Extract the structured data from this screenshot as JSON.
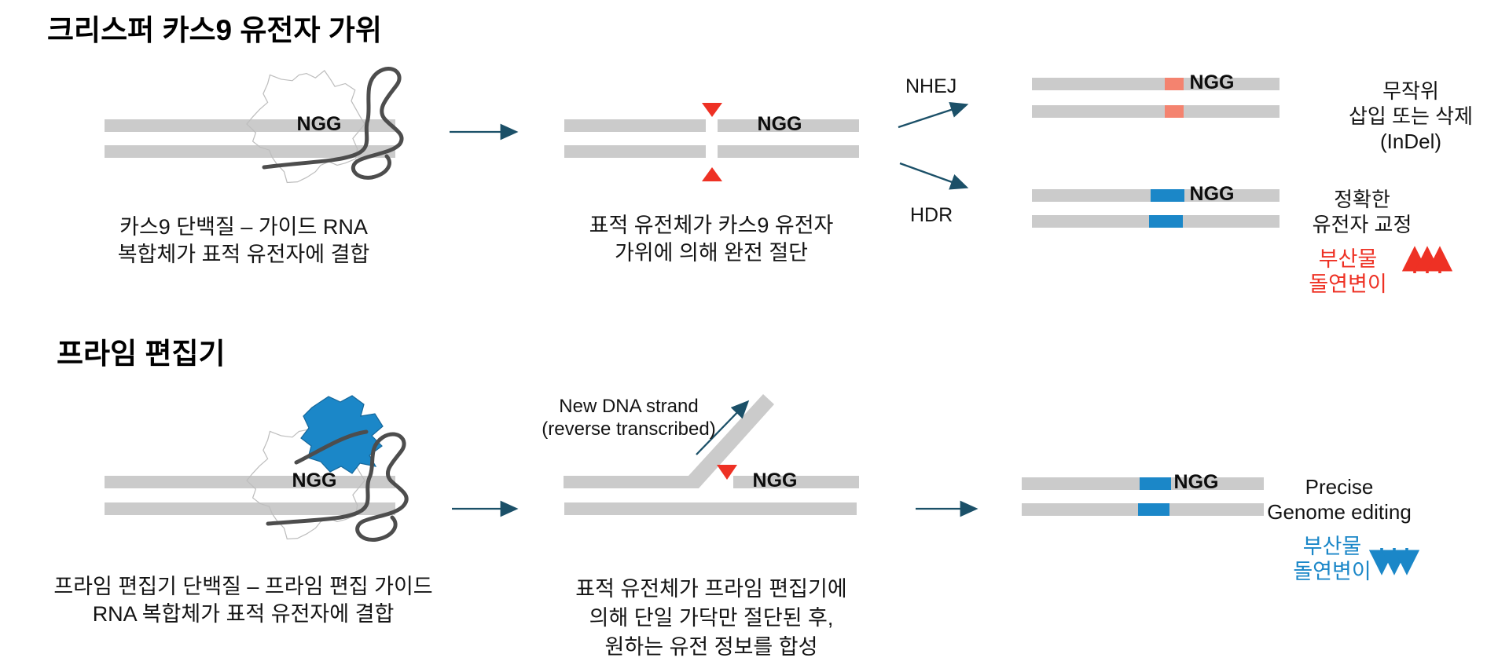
{
  "colors": {
    "dna_strand_gray": "#cbcbcb",
    "indel_insert_salmon": "#f4836f",
    "edit_insert_blue": "#1b87c8",
    "cut_triangle_red": "#ee3124",
    "flow_arrow_navy": "#1b5068",
    "guide_rna_dark_gray": "#4d4d4d",
    "protein_outline_gray": "#bdbdbd"
  },
  "icons": {
    "cut_site": "red-triangle",
    "byproduct_up_arrows": "↑↑↑",
    "byproduct_down_arrows": "↓↓↓"
  },
  "section_crispr": {
    "title": "크리스퍼 카스9 유전자 가위",
    "panel_binding": {
      "pam_label": "NGG",
      "caption_line1": "카스9 단백질 – 가이드 RNA",
      "caption_line2": "복합체가 표적 유전자에 결합"
    },
    "panel_cut": {
      "pam_label": "NGG",
      "caption_line1": "표적 유전체가 카스9 유전자",
      "caption_line2": "가위에 의해 완전 절단"
    },
    "pathway_nhej": {
      "label": "NHEJ",
      "pam_label": "NGG",
      "outcome_line1": "무작위",
      "outcome_line2": "삽입 또는 삭제",
      "outcome_line3": "(InDel)"
    },
    "pathway_hdr": {
      "label": "HDR",
      "pam_label": "NGG",
      "outcome_line1": "정확한",
      "outcome_line2": "유전자 교정"
    },
    "byproduct": {
      "line1": "부산물",
      "line2": "돌연변이",
      "direction": "up"
    }
  },
  "section_prime": {
    "title": "프라임 편집기",
    "panel_binding": {
      "pam_label": "NGG",
      "caption_line1": "프라임 편집기 단백질 – 프라임 편집 가이드",
      "caption_line2": "RNA 복합체가 표적 유전자에 결합"
    },
    "panel_nick": {
      "annotation_line1": "New DNA strand",
      "annotation_line2": "(reverse transcribed)",
      "pam_label": "NGG",
      "caption_line1": "표적 유전체가 프라임 편집기에",
      "caption_line2": "의해 단일 가닥만 절단된 후,",
      "caption_line3": "원하는 유전 정보를 합성"
    },
    "panel_result": {
      "pam_label": "NGG",
      "outcome_line1": "Precise",
      "outcome_line2": "Genome editing"
    },
    "byproduct": {
      "line1": "부산물",
      "line2": "돌연변이",
      "direction": "down"
    }
  }
}
